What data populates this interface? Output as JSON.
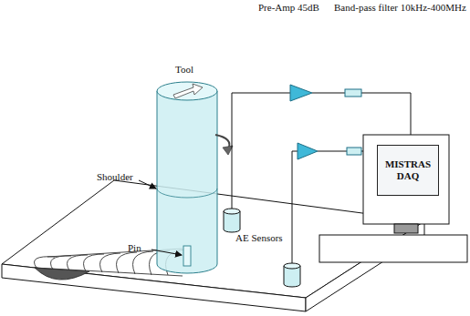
{
  "diagram": {
    "nodes": [
      {
        "text": [
          "MISTRAS DAQ"
        ]
      }
    ],
    "labels": [
      "Pre-Amp 45dB",
      "Band-pass filter 10kHz-400MHz",
      "Tool",
      "AE Sensors",
      "Shoulder",
      "Pin"
    ]
  }
}
